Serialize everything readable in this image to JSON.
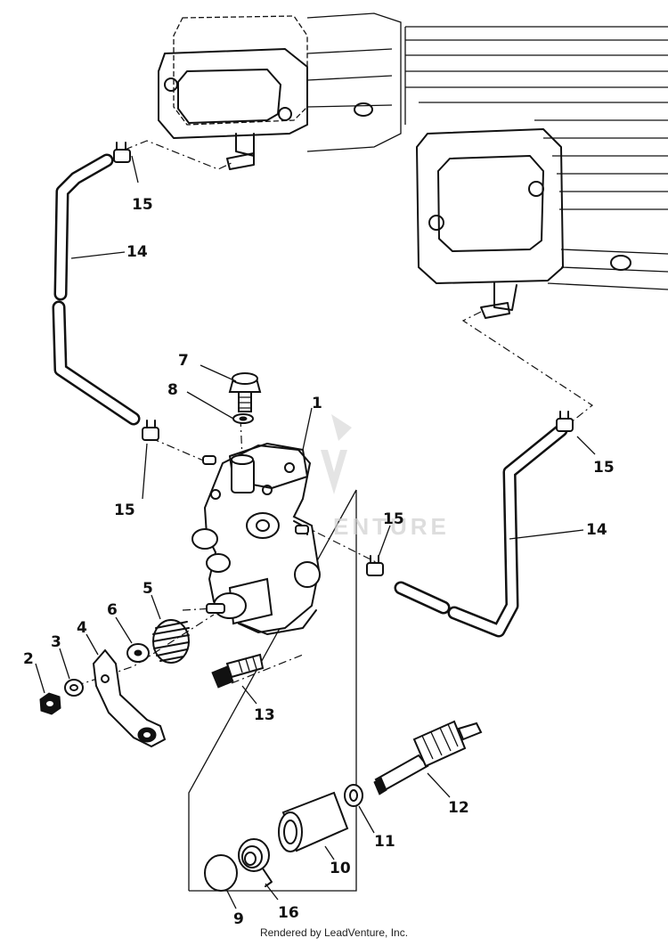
{
  "diagram": {
    "callouts": [
      {
        "id": "1",
        "text": "1"
      },
      {
        "id": "2",
        "text": "2"
      },
      {
        "id": "3",
        "text": "3"
      },
      {
        "id": "4",
        "text": "4"
      },
      {
        "id": "5",
        "text": "5"
      },
      {
        "id": "6",
        "text": "6"
      },
      {
        "id": "7",
        "text": "7"
      },
      {
        "id": "8",
        "text": "8"
      },
      {
        "id": "9",
        "text": "9"
      },
      {
        "id": "10",
        "text": "10"
      },
      {
        "id": "11",
        "text": "11"
      },
      {
        "id": "12",
        "text": "12"
      },
      {
        "id": "13",
        "text": "13"
      },
      {
        "id": "14a",
        "text": "14"
      },
      {
        "id": "14b",
        "text": "14"
      },
      {
        "id": "15a",
        "text": "15"
      },
      {
        "id": "15b",
        "text": "15"
      },
      {
        "id": "15c",
        "text": "15"
      },
      {
        "id": "15d",
        "text": "15"
      },
      {
        "id": "16",
        "text": "16"
      }
    ],
    "watermark": "ENTURE"
  },
  "footer": {
    "text": "Rendered by LeadVenture, Inc."
  }
}
